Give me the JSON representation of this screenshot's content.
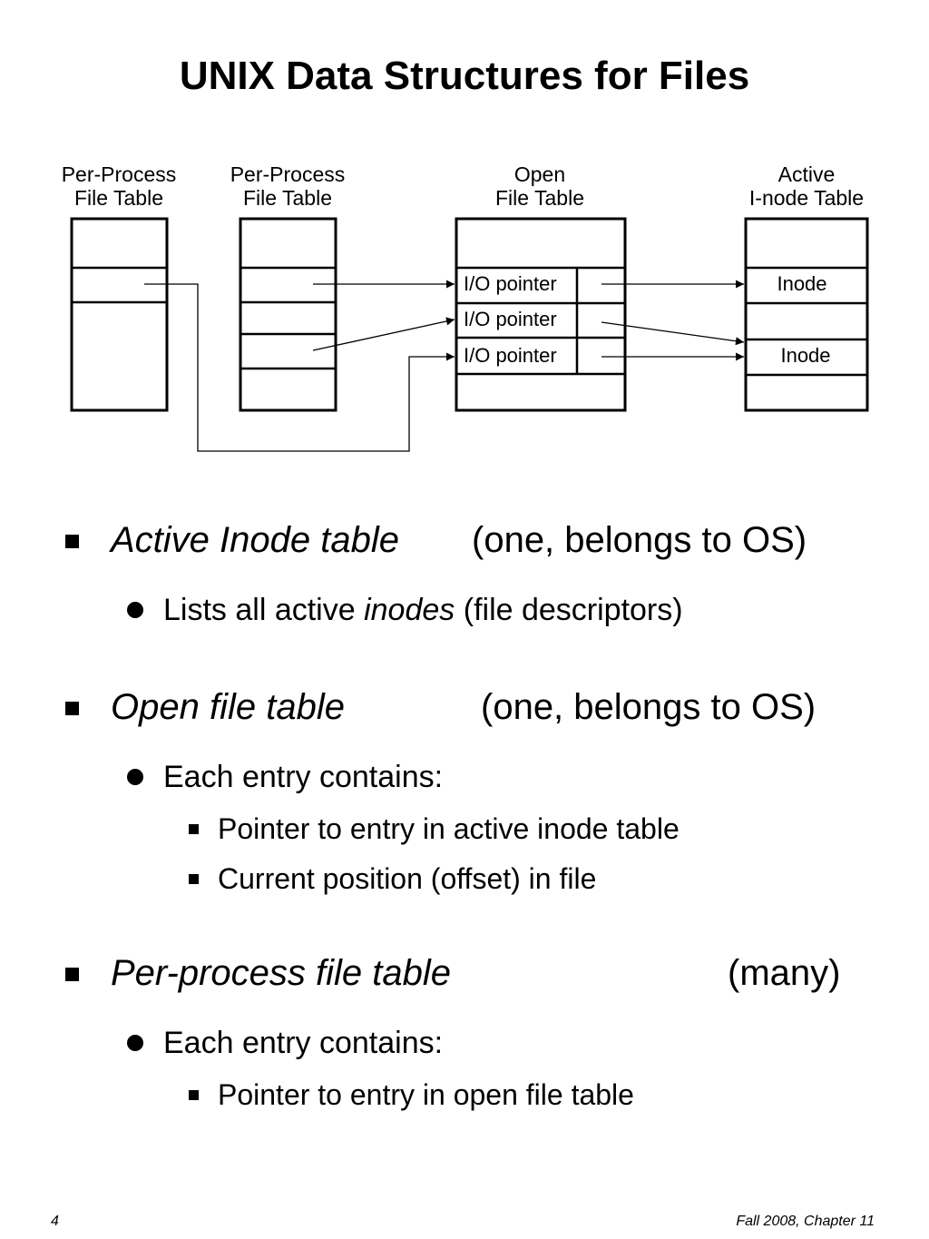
{
  "title": "UNIX Data Structures for Files",
  "diagram": {
    "tables": [
      {
        "label_line1": "Per-Process",
        "label_line2": "File Table"
      },
      {
        "label_line1": "Per-Process",
        "label_line2": "File Table"
      },
      {
        "label_line1": "Open",
        "label_line2": "File Table"
      },
      {
        "label_line1": "Active",
        "label_line2": "I-node Table"
      }
    ],
    "open_file_entries": [
      "I/O pointer",
      "I/O pointer",
      "I/O pointer"
    ],
    "inode_entries": [
      "Inode",
      "Inode"
    ]
  },
  "bullets": {
    "active_inode": {
      "term": "Active Inode table",
      "note": "(one, belongs to OS)"
    },
    "active_inode_sub": {
      "text_before": "Lists all active ",
      "term": "inodes",
      "text_after": " (file descriptors)"
    },
    "open_file": {
      "term": "Open file table",
      "note": "(one, belongs to OS)"
    },
    "open_file_sub": "Each entry contains:",
    "open_file_items": [
      "Pointer to entry in active inode table",
      "Current position (offset) in file"
    ],
    "per_process": {
      "term": "Per-process file table",
      "note": "(many)"
    },
    "per_process_sub": "Each entry contains:",
    "per_process_items": [
      "Pointer to entry in open file table"
    ]
  },
  "footer": {
    "page_number": "4",
    "right_text": "Fall 2008, Chapter 11"
  }
}
